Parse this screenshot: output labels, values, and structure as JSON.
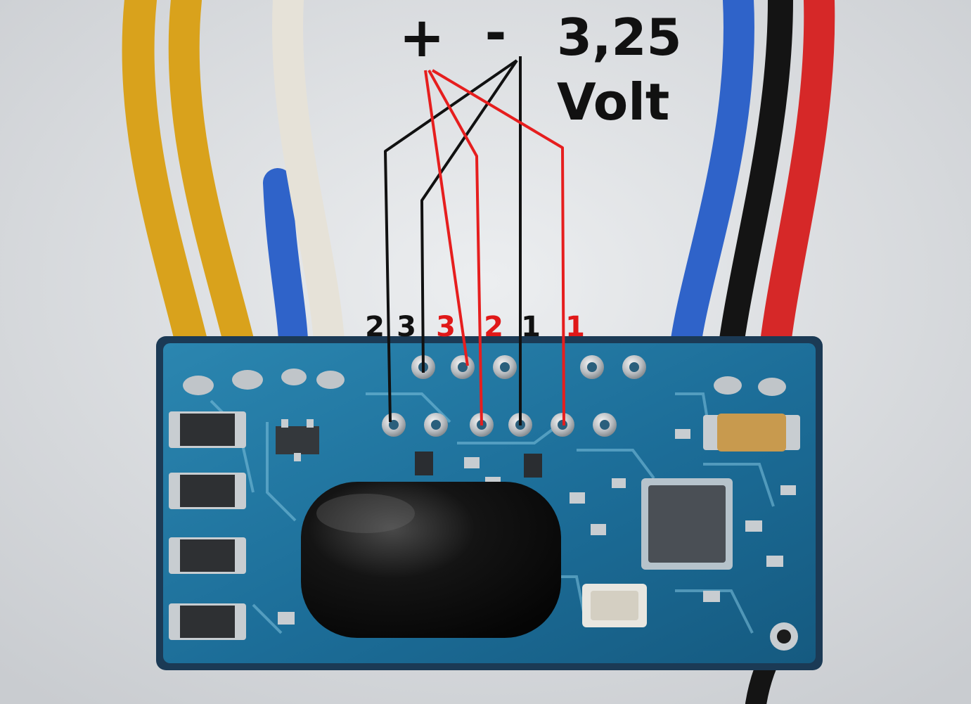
{
  "labels": {
    "plus": "+",
    "minus": "-",
    "voltage_value": "3,25",
    "voltage_unit": "Volt",
    "pins": [
      {
        "text": "2",
        "color": "#111111"
      },
      {
        "text": "3",
        "color": "#111111"
      },
      {
        "text": "3",
        "color": "#e01818"
      },
      {
        "text": "2",
        "color": "#e01818"
      },
      {
        "text": "1",
        "color": "#111111"
      },
      {
        "text": "1",
        "color": "#e01818"
      }
    ]
  },
  "colors": {
    "negative_line": "#111111",
    "positive_line": "#e61e1e",
    "pcb": "#1d6f9a",
    "pcb_edge": "#1b3a55",
    "wire_yellow": "#d9a21c",
    "wire_white": "#e6e2d8",
    "wire_blue": "#2f63c9",
    "wire_black": "#141414",
    "wire_red": "#d62828"
  }
}
